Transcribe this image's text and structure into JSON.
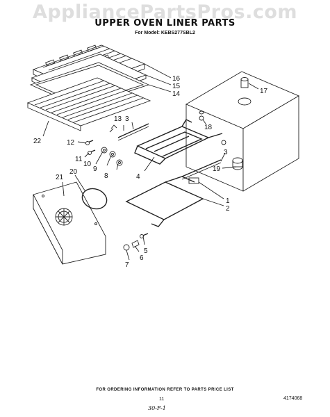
{
  "watermark": "AppliancePartsPros.com",
  "title": "UPPER OVEN LINER PARTS",
  "model_line": "For Model: KEBS277SBL2",
  "footer": {
    "ordering_info": "FOR ORDERING INFORMATION REFER TO PARTS PRICE LIST",
    "page_number": "11",
    "part_number": "4174068",
    "handwritten": "30-F-1"
  },
  "callouts": [
    "1",
    "2",
    "3",
    "3",
    "4",
    "5",
    "6",
    "7",
    "8",
    "9",
    "10",
    "11",
    "12",
    "13",
    "14",
    "15",
    "16",
    "17",
    "18",
    "19",
    "20",
    "21",
    "22"
  ]
}
